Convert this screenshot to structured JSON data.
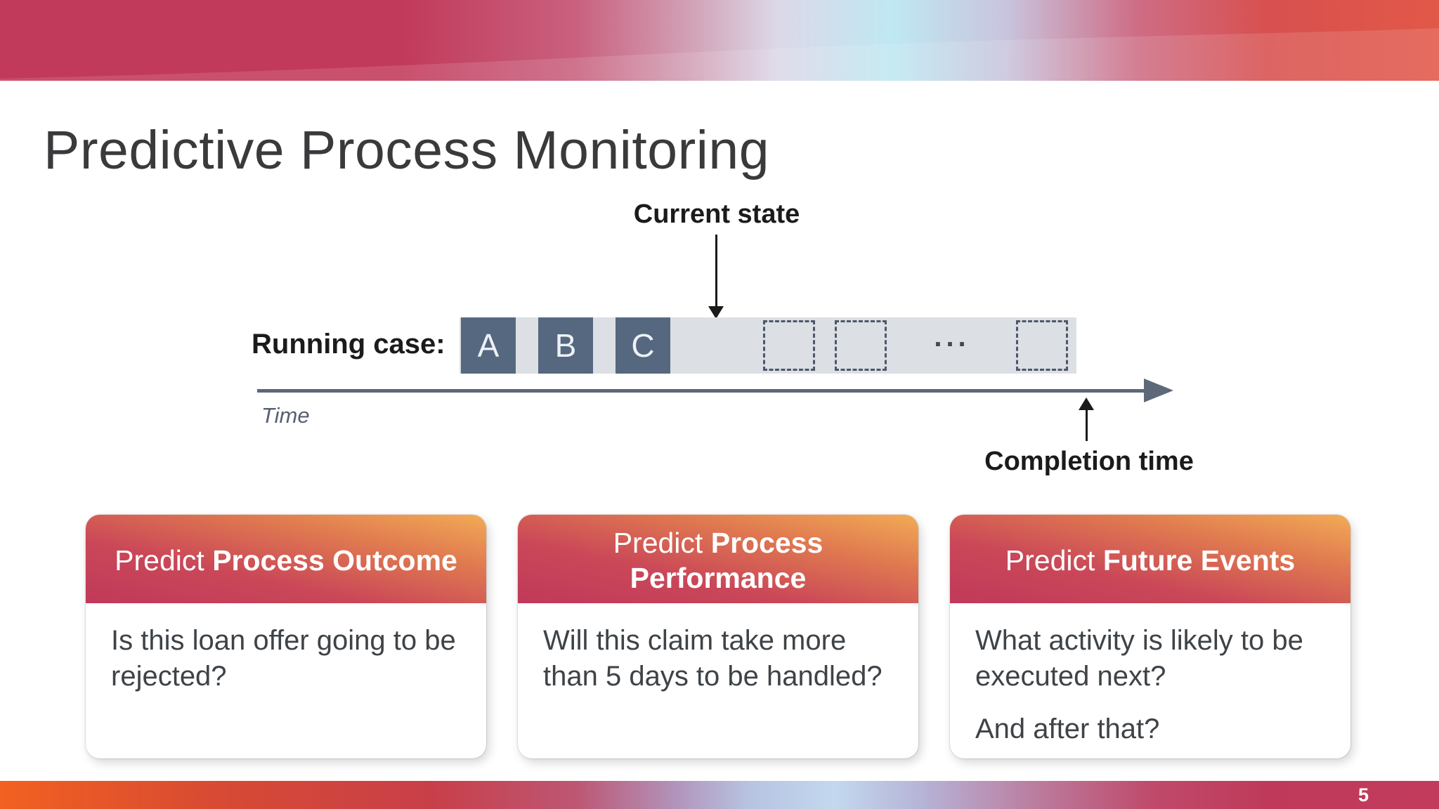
{
  "slide": {
    "title": "Predictive Process Monitoring",
    "page_number": "5"
  },
  "diagram": {
    "current_state_label": "Current state",
    "running_case_label": "Running case:",
    "completed_events": [
      "A",
      "B",
      "C"
    ],
    "ellipsis": "...",
    "time_label": "Time",
    "completion_time_label": "Completion time"
  },
  "cards": [
    {
      "title_prefix": "Predict",
      "title_emphasis": "Process Outcome",
      "body": "Is this loan offer going to be rejected?",
      "body2": ""
    },
    {
      "title_prefix": "Predict",
      "title_emphasis": "Process Performance",
      "body": "Will this claim take more than 5 days to be handled?",
      "body2": ""
    },
    {
      "title_prefix": "Predict",
      "title_emphasis": "Future Events",
      "body": "What activity is likely to be executed next?",
      "body2": "And after that?"
    }
  ],
  "theme": {
    "accent_crimson": "#c23a5b",
    "accent_orange": "#f2ab55",
    "event_box_color": "#55687f",
    "trace_bar_color": "#dcdfe3",
    "axis_color": "#5d6878",
    "bottom_bar_orange": "#f26120",
    "bottom_bar_blue": "#c3d8ee"
  }
}
